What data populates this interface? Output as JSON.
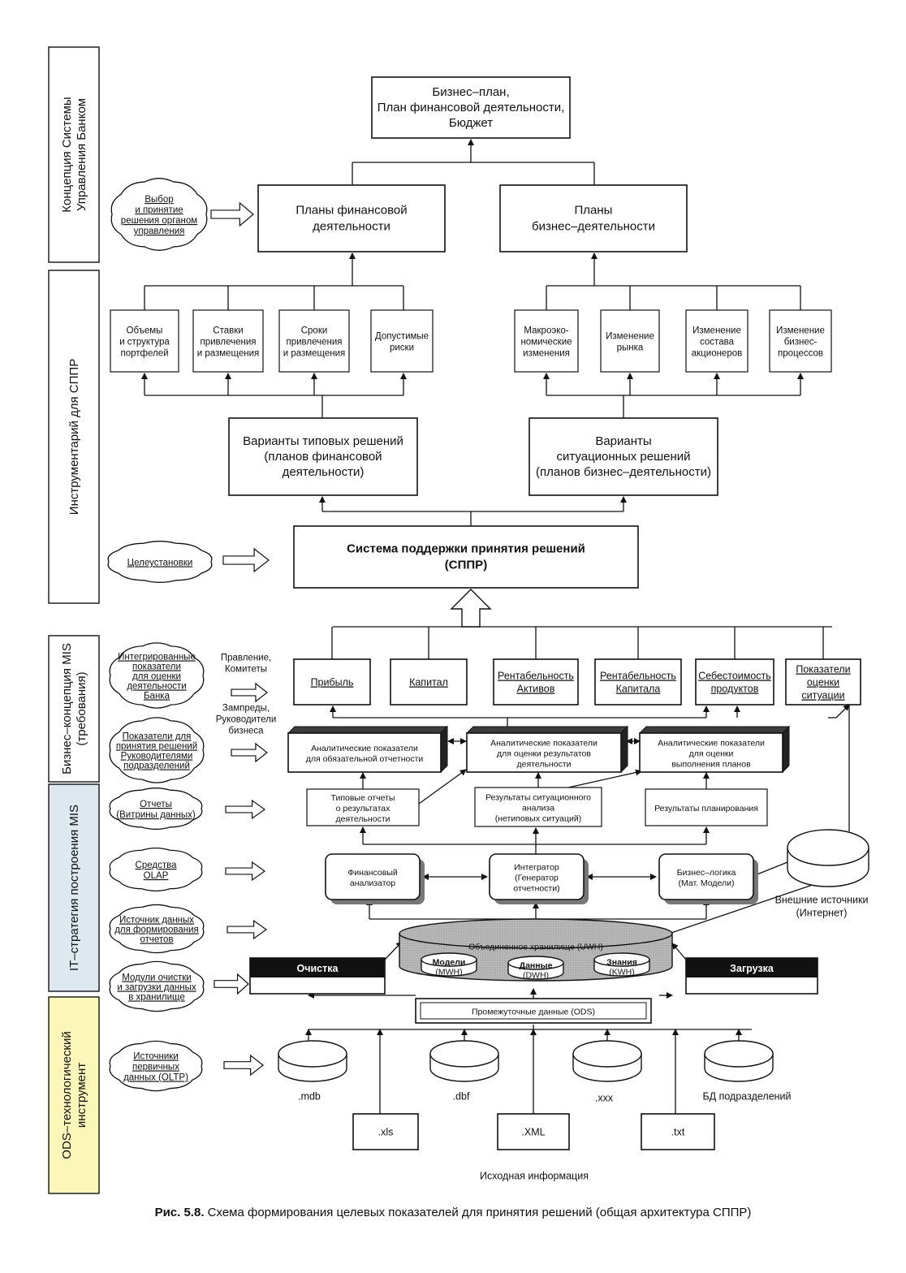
{
  "side_labels": [
    {
      "lines": [
        "Концепция Системы",
        "Управления Банком"
      ],
      "color": "#ffffff"
    },
    {
      "lines": [
        "Инструментарий для СППР"
      ],
      "color": "#ffffff"
    },
    {
      "lines": [
        "Бизнес–концепция MIS",
        "(требования)"
      ],
      "color": "#ffffff"
    },
    {
      "lines": [
        "IT–стратегия построения MIS"
      ],
      "color": "#dde9ee"
    },
    {
      "lines": [
        "ODS–технологический",
        "инструмент"
      ],
      "color": "#fbf7b9"
    }
  ],
  "top": {
    "business_plan": [
      "Бизнес–план,",
      "План финансовой деятельности,",
      "Бюджет"
    ],
    "fin_plans": [
      "Планы финансовой",
      "деятельности"
    ],
    "biz_plans": [
      "Планы",
      "бизнес–деятельности"
    ]
  },
  "factors_left": [
    [
      "Объемы",
      "и структура",
      "портфелей"
    ],
    [
      "Ставки",
      "привлечения",
      "и размещения"
    ],
    [
      "Сроки",
      "привлечения",
      "и размещения"
    ],
    [
      "Допустимые",
      "риски"
    ]
  ],
  "factors_right": [
    [
      "Макроэко-",
      "номические",
      "изменения"
    ],
    [
      "Изменение",
      "рынка"
    ],
    [
      "Изменение",
      "состава",
      "акционеров"
    ],
    [
      "Изменение",
      "бизнес-",
      "процессов"
    ]
  ],
  "variants": {
    "typical": [
      "Варианты  типовых решений",
      "(планов финансовой",
      "деятельности)"
    ],
    "situational": [
      "Варианты",
      "ситуационных решений",
      "(планов бизнес–деятельности)"
    ]
  },
  "dss": [
    "Система поддержки  принятия  решений",
    "(СППР)"
  ],
  "indicators": [
    [
      "Прибыль"
    ],
    [
      "Капитал"
    ],
    [
      "Рентабельность",
      "Активов"
    ],
    [
      "Рентабельность",
      "Капитала"
    ],
    [
      "Себестоимость",
      "продуктов"
    ],
    [
      "Показатели",
      "оценки",
      "ситуации"
    ]
  ],
  "audiences": {
    "board": [
      "Правление,",
      "Комитеты"
    ],
    "deputies": [
      "Зампреды,",
      "Руководители",
      "бизнеса"
    ]
  },
  "analytics": [
    [
      "Аналитические показатели",
      "для обязательной отчетности"
    ],
    [
      "Аналитические показатели",
      "для оценки результатов",
      "деятельности"
    ],
    [
      "Аналитические показатели",
      "для оценки",
      "выполнения планов"
    ]
  ],
  "reports": [
    [
      "Типовые отчеты",
      "о результатах",
      "деятельности"
    ],
    [
      "Результаты ситуационного",
      "анализа",
      "(нетиповых ситуаций)"
    ],
    [
      "Результаты планирования"
    ]
  ],
  "tools": {
    "fin_analyzer": [
      "Финансовый",
      "анализатор"
    ],
    "integrator": [
      "Интегратор",
      "(Генератор",
      "отчетности)"
    ],
    "business_logic": [
      "Бизнес–логика",
      "(Мат. Модели)"
    ]
  },
  "external": [
    "Внешние источники",
    "(Интернет)"
  ],
  "warehouse": {
    "title": "Объединенное хранилище  (UWH)",
    "models": [
      "Модели",
      "(MWH)"
    ],
    "data": [
      "Данные",
      "(DWH)"
    ],
    "knowledge": [
      "Знания",
      "(KWH)"
    ]
  },
  "cleaning": "Очистка",
  "loading": "Загрузка",
  "ods": "Промежуточные данные (ODS)",
  "sources_db": [
    ".mdb",
    ".dbf",
    ".xxx",
    "БД подразделений"
  ],
  "sources_files": [
    ".xls",
    ".XML",
    ".txt"
  ],
  "source_info": "Исходная информация",
  "clouds": [
    [
      "Выбор",
      "и принятие",
      "решения  органом",
      "управления"
    ],
    [
      "Целеустановки"
    ],
    [
      "Интегрированные",
      "показатели",
      "для оценки",
      "деятельности",
      "Банка"
    ],
    [
      "Показатели для",
      "принятия решений",
      "Руководителями",
      "подразделений"
    ],
    [
      "Отчеты",
      "(Витрины данных)"
    ],
    [
      "Средства",
      "OLAP"
    ],
    [
      "Источник данных",
      "для формирования",
      "отчетов"
    ],
    [
      "Модули очистки",
      "и загрузки данных",
      "в хранилище"
    ],
    [
      "Источники",
      "первичных",
      "данных (OLTP)"
    ]
  ],
  "caption": {
    "label": "Рис. 5.8.",
    "text": " Схема формирования целевых показателей для принятия решений (общая архитектура СППР)"
  }
}
